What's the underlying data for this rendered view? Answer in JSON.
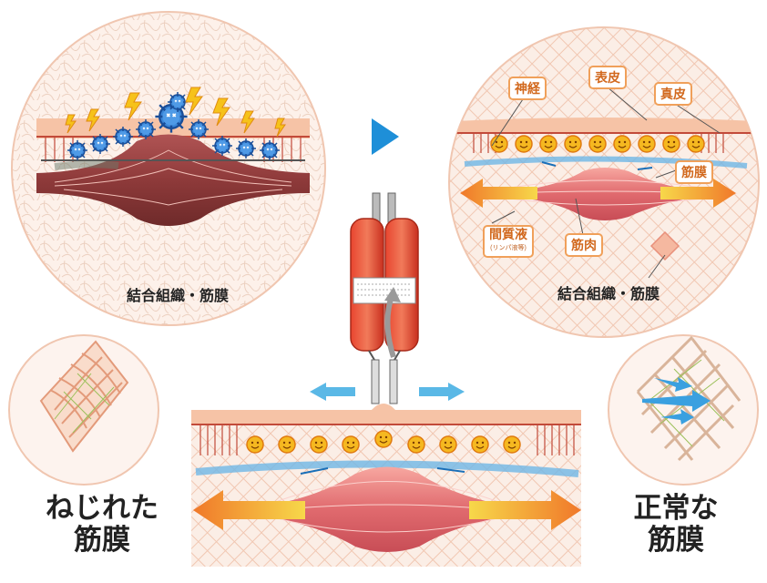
{
  "labels": {
    "top_left_tissue": "結合組織・筋膜",
    "top_right_tissue": "結合組織・筋膜",
    "nerve": "神経",
    "epidermis": "表皮",
    "dermis": "真皮",
    "fascia": "筋膜",
    "interstitial_fluid": "間質液",
    "lymph_note": "(リンパ液等)",
    "muscle": "筋肉",
    "twisted_line1": "ねじれた",
    "twisted_line2": "筋膜",
    "normal_line1": "正常な",
    "normal_line2": "筋膜"
  },
  "icons": [
    "play-arrow-icon",
    "syringe-icon",
    "bacteria-icon",
    "lightning-icon",
    "smiley-cell-icon",
    "mesh-icon"
  ],
  "colors": {
    "skin": "#f6c3a6",
    "muscle": "#d2555e",
    "muscle_twisted": "#8e3a3a",
    "tag_border": "#f0a05a",
    "arrow_orange": "#f39a2e",
    "arrow_blue": "#5ab8e6",
    "syringe": "#d93a2a"
  }
}
